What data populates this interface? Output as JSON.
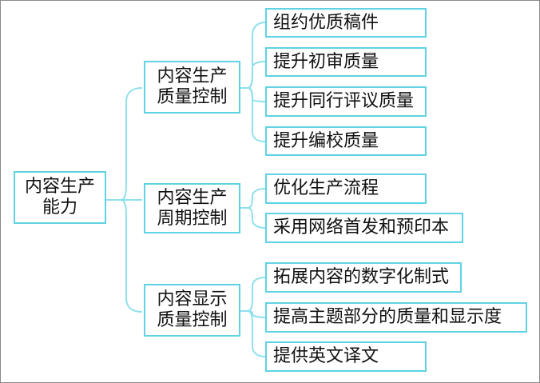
{
  "root": {
    "label_line1": "内容生产",
    "label_line2": "能力"
  },
  "branches": [
    {
      "label_line1": "内容生产",
      "label_line2": "质量控制",
      "leaves": [
        "组约优质稿件",
        "提升初审质量",
        "提升同行评议质量",
        "提升编校质量"
      ]
    },
    {
      "label_line1": "内容生产",
      "label_line2": "周期控制",
      "leaves": [
        "优化生产流程",
        "采用网络首发和预印本"
      ]
    },
    {
      "label_line1": "内容显示",
      "label_line2": "质量控制",
      "leaves": [
        "拓展内容的数字化制式",
        "提高主题部分的质量和显示度",
        "提供英文译文"
      ]
    }
  ],
  "colors": {
    "box_border": "#5fd3e3",
    "connector": "#8fe0ec",
    "text": "#111111",
    "frame": "#8a8a8a"
  }
}
